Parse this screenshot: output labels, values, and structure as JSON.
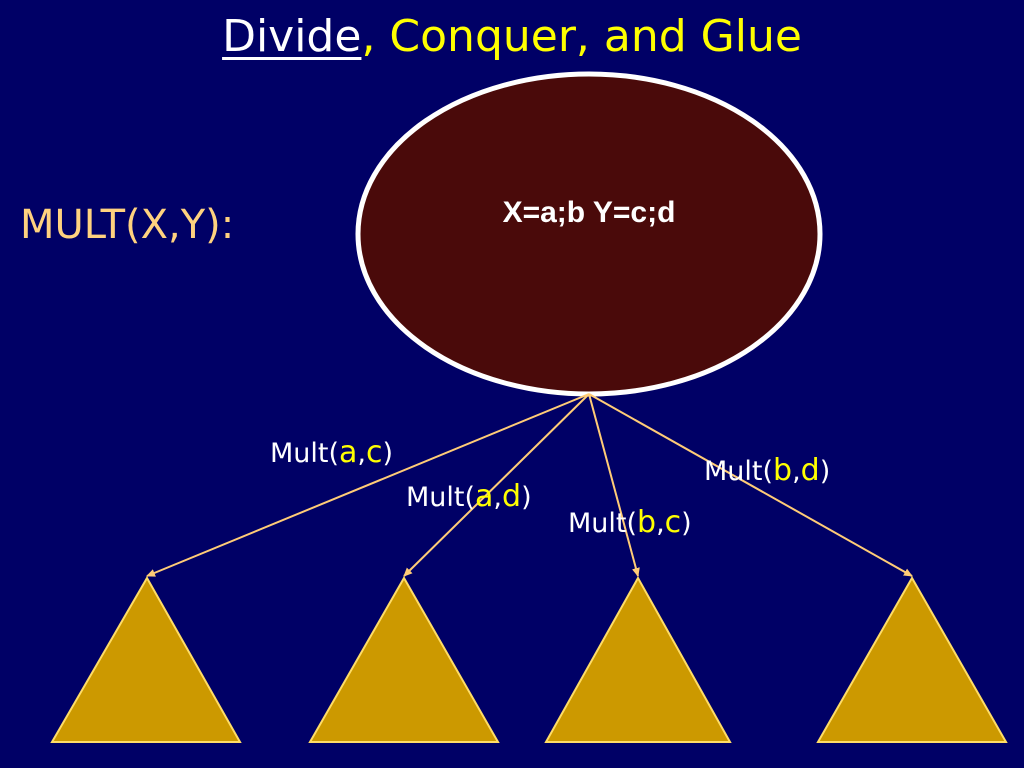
{
  "title": {
    "divide": "Divide",
    "rest": ", Conquer, and Glue"
  },
  "function_label": "MULT(X,Y):",
  "root_node": {
    "text": "X=a;b Y=c;d"
  },
  "edges": [
    {
      "prefix": "Mult(",
      "arg1": "a",
      "sep": ",",
      "arg2": "c",
      "suffix": ")"
    },
    {
      "prefix": "Mult(",
      "arg1": "a",
      "sep": ",",
      "arg2": "d",
      "suffix": ")"
    },
    {
      "prefix": "Mult(",
      "arg1": "b",
      "sep": ",",
      "arg2": "c",
      "suffix": ")"
    },
    {
      "prefix": "Mult(",
      "arg1": "b",
      "sep": ",",
      "arg2": "d",
      "suffix": ")"
    }
  ],
  "colors": {
    "background": "#000066",
    "title_accent": "#ffff00",
    "function_label": "#ffd27f",
    "root_fill": "#4a0a0a",
    "root_stroke": "#ffffff",
    "edge": "#ffcc77",
    "subproblem_fill": "#cc9900",
    "subproblem_stroke": "#ffdd66",
    "argument": "#ffff00"
  },
  "subproblems": [
    {
      "shape": "triangle"
    },
    {
      "shape": "triangle"
    },
    {
      "shape": "triangle"
    },
    {
      "shape": "triangle"
    }
  ]
}
